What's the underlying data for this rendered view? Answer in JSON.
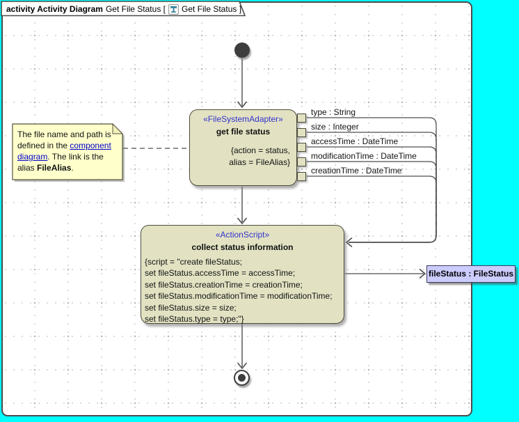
{
  "frame": {
    "tab": {
      "kind_label": "activity Activity Diagram",
      "diagram_name_open": "Get File Status [",
      "diagram_name_close": "Get File Status ]",
      "icon": "activity-diagram-icon"
    }
  },
  "nodes": {
    "action1": {
      "stereotype": "«FileSystemAdapter»",
      "name": "get file status",
      "tag_line1": "{action = status,",
      "tag_line2": "alias = FileAlias}"
    },
    "action2": {
      "stereotype": "«ActionScript»",
      "name": "collect status information",
      "script_lines": [
        "{script = \"create fileStatus;",
        "set fileStatus.accessTime = accessTime;",
        "set fileStatus.creationTime = creationTime;",
        "set fileStatus.modificationTime = modificationTime;",
        "set fileStatus.size = size;",
        "set fileStatus.type = type;\"}"
      ]
    },
    "start": {
      "kind": "initial-node"
    },
    "final": {
      "kind": "activity-final-node"
    }
  },
  "flows": [
    {
      "label": "type : String"
    },
    {
      "label": "size : Integer"
    },
    {
      "label": "accessTime : DateTime"
    },
    {
      "label": "modificationTime : DateTime"
    },
    {
      "label": "creationTime : DateTime"
    }
  ],
  "output_pin": {
    "label": "fileStatus : FileStatus"
  },
  "note": {
    "text_before_link": "The file name and path is defined in the ",
    "link_text": "component diagram",
    "text_after_link": ". The link is the alias ",
    "bold_text": "FileAlias",
    "text_end": "."
  },
  "colors": {
    "outside_background": "#00FFFF",
    "canvas": "#FFFFFF",
    "frame_border": "#4A4A4A",
    "action_node_fill": "#E2E2C3",
    "action_node_border": "#4B4B3C",
    "note_fill": "#FFFFCC",
    "object_node_fill": "#CCCCFF",
    "stereotype_text": "#3333CC",
    "link_text": "#0000CC",
    "edge_line": "#4D4D4D"
  }
}
